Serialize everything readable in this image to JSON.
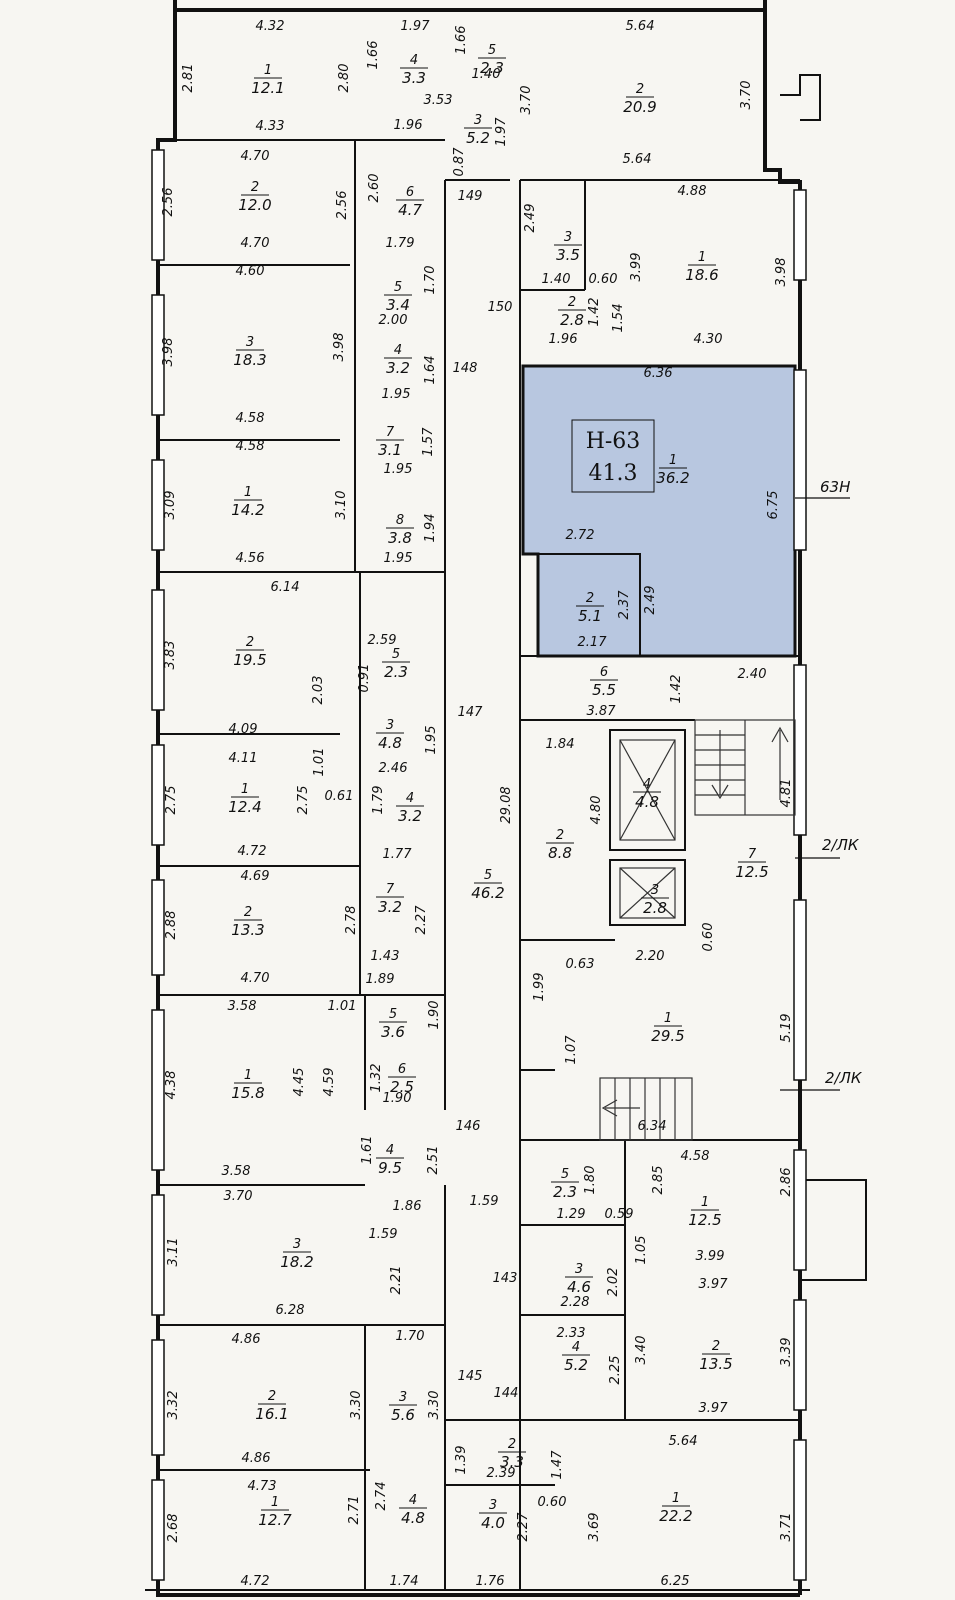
{
  "highlight": {
    "color": "#b8c7e0",
    "unit_label": "Н-63",
    "unit_area": "41.3",
    "side_label": "63Н"
  },
  "side_labels": {
    "stair_1": "2/ЛК",
    "stair_2": "2/ЛК"
  },
  "rooms": [
    {
      "id": "r1",
      "no": "1",
      "area": "12.1"
    },
    {
      "id": "r2",
      "no": "2",
      "area": "20.9"
    },
    {
      "id": "r3",
      "no": "4",
      "area": "3.3"
    },
    {
      "id": "r4",
      "no": "5",
      "area": "2.3"
    },
    {
      "id": "r5",
      "no": "3",
      "area": "5.2"
    },
    {
      "id": "r6",
      "no": "2",
      "area": "12.0"
    },
    {
      "id": "r7",
      "no": "6",
      "area": "4.7"
    },
    {
      "id": "r8",
      "no": "3",
      "area": "3.5"
    },
    {
      "id": "r9",
      "no": "1",
      "area": "18.6"
    },
    {
      "id": "r10",
      "no": "5",
      "area": "3.4"
    },
    {
      "id": "r11",
      "no": "2",
      "area": "2.8"
    },
    {
      "id": "r12",
      "no": "3",
      "area": "18.3"
    },
    {
      "id": "r13",
      "no": "4",
      "area": "3.2"
    },
    {
      "id": "r14",
      "no": "7",
      "area": "3.1"
    },
    {
      "id": "r15",
      "no": "1",
      "area": "36.2"
    },
    {
      "id": "r16",
      "no": "1",
      "area": "14.2"
    },
    {
      "id": "r17",
      "no": "8",
      "area": "3.8"
    },
    {
      "id": "r18",
      "no": "2",
      "area": "5.1"
    },
    {
      "id": "r19",
      "no": "2",
      "area": "19.5"
    },
    {
      "id": "r20",
      "no": "5",
      "area": "2.3"
    },
    {
      "id": "r21",
      "no": "6",
      "area": "5.5"
    },
    {
      "id": "r22",
      "no": "3",
      "area": "4.8"
    },
    {
      "id": "r23",
      "no": "1",
      "area": "12.4"
    },
    {
      "id": "r24",
      "no": "4",
      "area": "3.2"
    },
    {
      "id": "r25",
      "no": "2",
      "area": "8.8"
    },
    {
      "id": "r26",
      "no": "4",
      "area": "4.8"
    },
    {
      "id": "r27",
      "no": "7",
      "area": "12.5"
    },
    {
      "id": "r28",
      "no": "2",
      "area": "13.3"
    },
    {
      "id": "r29",
      "no": "7",
      "area": "3.2"
    },
    {
      "id": "r30",
      "no": "5",
      "area": "46.2"
    },
    {
      "id": "r31",
      "no": "3",
      "area": "2.8"
    },
    {
      "id": "r32",
      "no": "1",
      "area": "15.8"
    },
    {
      "id": "r33",
      "no": "5",
      "area": "3.6"
    },
    {
      "id": "r34",
      "no": "1",
      "area": "29.5"
    },
    {
      "id": "r35",
      "no": "6",
      "area": "2.5"
    },
    {
      "id": "r36",
      "no": "4",
      "area": "9.5"
    },
    {
      "id": "r37",
      "no": "5",
      "area": "2.3"
    },
    {
      "id": "r38",
      "no": "1",
      "area": "12.5"
    },
    {
      "id": "r39",
      "no": "3",
      "area": "18.2"
    },
    {
      "id": "r40",
      "no": "3",
      "area": "4.6"
    },
    {
      "id": "r41",
      "no": "2",
      "area": "13.5"
    },
    {
      "id": "r42",
      "no": "4",
      "area": "5.2"
    },
    {
      "id": "r43",
      "no": "2",
      "area": "16.1"
    },
    {
      "id": "r44",
      "no": "3",
      "area": "5.6"
    },
    {
      "id": "r45",
      "no": "2",
      "area": "3.3"
    },
    {
      "id": "r46",
      "no": "1",
      "area": "22.2"
    },
    {
      "id": "r47",
      "no": "1",
      "area": "12.7"
    },
    {
      "id": "r48",
      "no": "4",
      "area": "4.8"
    },
    {
      "id": "r49",
      "no": "3",
      "area": "4.0"
    }
  ],
  "dimensions": [
    {
      "id": "d1",
      "text": "4.32"
    },
    {
      "id": "d2",
      "text": "1.97"
    },
    {
      "id": "d3",
      "text": "1.66"
    },
    {
      "id": "d4",
      "text": "1.66"
    },
    {
      "id": "d5",
      "text": "5.64"
    },
    {
      "id": "d6",
      "text": "2.81"
    },
    {
      "id": "d7",
      "text": "2.80"
    },
    {
      "id": "d8",
      "text": "1.40"
    },
    {
      "id": "d9",
      "text": "3.70"
    },
    {
      "id": "d10",
      "text": "3.70"
    },
    {
      "id": "d11",
      "text": "3.53"
    },
    {
      "id": "d12",
      "text": "4.33"
    },
    {
      "id": "d13",
      "text": "1.96"
    },
    {
      "id": "d14",
      "text": "1.97"
    },
    {
      "id": "d15",
      "text": "4.70"
    },
    {
      "id": "d16",
      "text": "0.87"
    },
    {
      "id": "d17",
      "text": "5.64"
    },
    {
      "id": "d18",
      "text": "2.56"
    },
    {
      "id": "d19",
      "text": "2.60"
    },
    {
      "id": "d20",
      "text": "2.56"
    },
    {
      "id": "d21",
      "text": "149"
    },
    {
      "id": "d22",
      "text": "4.88"
    },
    {
      "id": "d23",
      "text": "2.49"
    },
    {
      "id": "d24",
      "text": "4.70"
    },
    {
      "id": "d25",
      "text": "1.79"
    },
    {
      "id": "d26",
      "text": "3.99"
    },
    {
      "id": "d27",
      "text": "3.98"
    },
    {
      "id": "d28",
      "text": "4.60"
    },
    {
      "id": "d29",
      "text": "1.70"
    },
    {
      "id": "d30",
      "text": "1.40"
    },
    {
      "id": "d31",
      "text": "0.60"
    },
    {
      "id": "d32",
      "text": "150"
    },
    {
      "id": "d33",
      "text": "1.42"
    },
    {
      "id": "d34",
      "text": "1.54"
    },
    {
      "id": "d35",
      "text": "2.00"
    },
    {
      "id": "d36",
      "text": "1.96"
    },
    {
      "id": "d37",
      "text": "4.30"
    },
    {
      "id": "d38",
      "text": "3.98"
    },
    {
      "id": "d39",
      "text": "3.98"
    },
    {
      "id": "d40",
      "text": "1.64"
    },
    {
      "id": "d41",
      "text": "148"
    },
    {
      "id": "d42",
      "text": "6.36"
    },
    {
      "id": "d43",
      "text": "1.95"
    },
    {
      "id": "d44",
      "text": "4.58"
    },
    {
      "id": "d45",
      "text": "4.58"
    },
    {
      "id": "d46",
      "text": "1.57"
    },
    {
      "id": "d47",
      "text": "1.95"
    },
    {
      "id": "d48",
      "text": "3.09"
    },
    {
      "id": "d49",
      "text": "3.10"
    },
    {
      "id": "d50",
      "text": "1.94"
    },
    {
      "id": "d51",
      "text": "6.75"
    },
    {
      "id": "d52",
      "text": "4.56"
    },
    {
      "id": "d53",
      "text": "1.95"
    },
    {
      "id": "d54",
      "text": "2.72"
    },
    {
      "id": "d55",
      "text": "6.14"
    },
    {
      "id": "d56",
      "text": "2.37"
    },
    {
      "id": "d57",
      "text": "2.49"
    },
    {
      "id": "d58",
      "text": "3.83"
    },
    {
      "id": "d59",
      "text": "2.59"
    },
    {
      "id": "d60",
      "text": "2.17"
    },
    {
      "id": "d61",
      "text": "0.91"
    },
    {
      "id": "d62",
      "text": "2.40"
    },
    {
      "id": "d63",
      "text": "2.03"
    },
    {
      "id": "d64",
      "text": "1.42"
    },
    {
      "id": "d65",
      "text": "3.87"
    },
    {
      "id": "d66",
      "text": "147"
    },
    {
      "id": "d67",
      "text": "4.09"
    },
    {
      "id": "d68",
      "text": "1.95"
    },
    {
      "id": "d69",
      "text": "4.11"
    },
    {
      "id": "d70",
      "text": "1.01"
    },
    {
      "id": "d71",
      "text": "1.84"
    },
    {
      "id": "d72",
      "text": "2.46"
    },
    {
      "id": "d73",
      "text": "2.75"
    },
    {
      "id": "d74",
      "text": "2.75"
    },
    {
      "id": "d75",
      "text": "0.61"
    },
    {
      "id": "d76",
      "text": "1.79"
    },
    {
      "id": "d77",
      "text": "29.08"
    },
    {
      "id": "d78",
      "text": "4.80"
    },
    {
      "id": "d79",
      "text": "4.81"
    },
    {
      "id": "d80",
      "text": "4.72"
    },
    {
      "id": "d81",
      "text": "1.77"
    },
    {
      "id": "d82",
      "text": "4.69"
    },
    {
      "id": "d83",
      "text": "2.88"
    },
    {
      "id": "d84",
      "text": "2.78"
    },
    {
      "id": "d85",
      "text": "2.27"
    },
    {
      "id": "d86",
      "text": "0.60"
    },
    {
      "id": "d87",
      "text": "1.43"
    },
    {
      "id": "d88",
      "text": "0.63"
    },
    {
      "id": "d89",
      "text": "2.20"
    },
    {
      "id": "d90",
      "text": "4.70"
    },
    {
      "id": "d91",
      "text": "1.89"
    },
    {
      "id": "d92",
      "text": "1.99"
    },
    {
      "id": "d93",
      "text": "3.58"
    },
    {
      "id": "d94",
      "text": "1.01"
    },
    {
      "id": "d95",
      "text": "1.90"
    },
    {
      "id": "d96",
      "text": "5.19"
    },
    {
      "id": "d97",
      "text": "1.07"
    },
    {
      "id": "d98",
      "text": "4.38"
    },
    {
      "id": "d99",
      "text": "4.45"
    },
    {
      "id": "d100",
      "text": "4.59"
    },
    {
      "id": "d101",
      "text": "1.32"
    },
    {
      "id": "d102",
      "text": "1.90"
    },
    {
      "id": "d103",
      "text": "6.34"
    },
    {
      "id": "d104",
      "text": "1.61"
    },
    {
      "id": "d105",
      "text": "146"
    },
    {
      "id": "d106",
      "text": "2.51"
    },
    {
      "id": "d107",
      "text": "3.58"
    },
    {
      "id": "d108",
      "text": "4.58"
    },
    {
      "id": "d109",
      "text": "1.80"
    },
    {
      "id": "d110",
      "text": "3.70"
    },
    {
      "id": "d111",
      "text": "1.86"
    },
    {
      "id": "d112",
      "text": "1.59"
    },
    {
      "id": "d113",
      "text": "2.85"
    },
    {
      "id": "d114",
      "text": "2.86"
    },
    {
      "id": "d115",
      "text": "1.29"
    },
    {
      "id": "d116",
      "text": "0.59"
    },
    {
      "id": "d117",
      "text": "1.59"
    },
    {
      "id": "d118",
      "text": "3.11"
    },
    {
      "id": "d119",
      "text": "1.05"
    },
    {
      "id": "d120",
      "text": "3.99"
    },
    {
      "id": "d121",
      "text": "2.21"
    },
    {
      "id": "d122",
      "text": "143"
    },
    {
      "id": "d123",
      "text": "2.02"
    },
    {
      "id": "d124",
      "text": "3.97"
    },
    {
      "id": "d125",
      "text": "2.28"
    },
    {
      "id": "d126",
      "text": "6.28"
    },
    {
      "id": "d127",
      "text": "4.86"
    },
    {
      "id": "d128",
      "text": "1.70"
    },
    {
      "id": "d129",
      "text": "2.33"
    },
    {
      "id": "d130",
      "text": "3.40"
    },
    {
      "id": "d131",
      "text": "3.39"
    },
    {
      "id": "d132",
      "text": "3.32"
    },
    {
      "id": "d133",
      "text": "3.30"
    },
    {
      "id": "d134",
      "text": "3.30"
    },
    {
      "id": "d135",
      "text": "145"
    },
    {
      "id": "d136",
      "text": "2.25"
    },
    {
      "id": "d137",
      "text": "144"
    },
    {
      "id": "d138",
      "text": "3.97"
    },
    {
      "id": "d139",
      "text": "5.64"
    },
    {
      "id": "d140",
      "text": "1.39"
    },
    {
      "id": "d141",
      "text": "1.47"
    },
    {
      "id": "d142",
      "text": "4.86"
    },
    {
      "id": "d143",
      "text": "2.39"
    },
    {
      "id": "d144",
      "text": "4.73"
    },
    {
      "id": "d145",
      "text": "0.60"
    },
    {
      "id": "d146",
      "text": "2.68"
    },
    {
      "id": "d147",
      "text": "2.71"
    },
    {
      "id": "d148",
      "text": "2.74"
    },
    {
      "id": "d149",
      "text": "2.27"
    },
    {
      "id": "d150",
      "text": "3.69"
    },
    {
      "id": "d151",
      "text": "3.71"
    },
    {
      "id": "d152",
      "text": "4.72"
    },
    {
      "id": "d153",
      "text": "1.74"
    },
    {
      "id": "d154",
      "text": "1.76"
    },
    {
      "id": "d155",
      "text": "6.25"
    }
  ]
}
